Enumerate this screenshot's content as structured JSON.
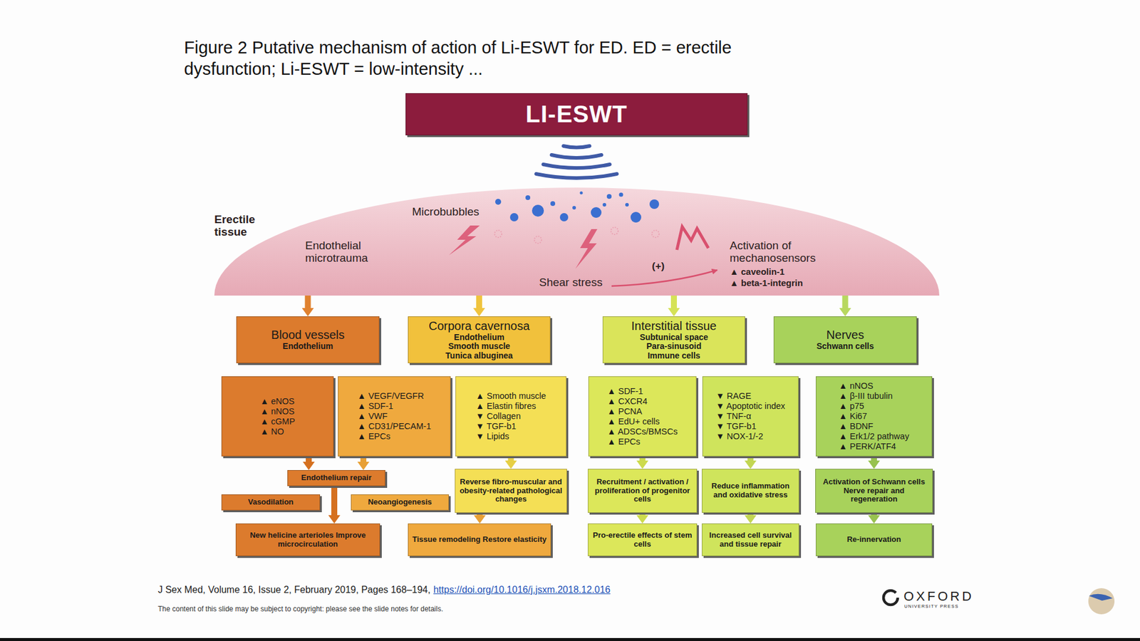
{
  "diagram": {
    "title": "Figure 2 Putative mechanism of action of Li-ESWT for ED. ED = erectile dysfunction; Li-ESWT = low-intensity ...",
    "caption": "J Sex Med, Volume 16, Issue 2, February 2019, Pages 168–194,",
    "nodes": [
      {
        "text": [
          "LI-ESWT"
        ]
      },
      {
        "text": [
          "Erectile tissue",
          "Endothelial microtrauma",
          "Microbubbles",
          "Shear stress",
          "(+)",
          "Activation of mechanosensors",
          "▲ caveolin-1",
          "▲ beta-1-integrin"
        ]
      },
      {
        "text": [
          "Blood vessels",
          "Endothelium"
        ]
      },
      {
        "text": [
          "Corpora cavernosa",
          "Endothelium Smooth muscle Tunica albuginea"
        ]
      },
      {
        "text": [
          "Interstitial tissue",
          "Subtunical space Para-sinusoid Immune cells"
        ]
      },
      {
        "text": [
          "Nerves",
          "Schwann cells"
        ]
      },
      {
        "text": [
          "▲ eNOS",
          "▲ nNOS",
          "▲ cGMP",
          "▲ NO"
        ]
      },
      {
        "text": [
          "▲ VEGF/VEGFR",
          "▲ SDF-1",
          "▲ VWF",
          "▲ CD31/PECAM-1",
          "▲ EPCs"
        ]
      },
      {
        "text": [
          "▲ Smooth muscle",
          "▲ Elastin fibres",
          "▼ Collagen",
          "▼ TGF-b1",
          "▼ Lipids"
        ]
      },
      {
        "text": [
          "▲ SDF-1",
          "▲ CXCR4",
          "▲ PCNA",
          "▲ EdU+ cells",
          "▲ ADSCs/BMSCs",
          "▲ EPCs"
        ]
      },
      {
        "text": [
          "▼ RAGE",
          "▼ Apoptotic index",
          "▼ TNF-α",
          "▼ TGF-b1",
          "▼ NOX-1/-2"
        ]
      },
      {
        "text": [
          "▲ nNOS",
          "▲ β-III tubulin",
          "▲ p75",
          "▲ Ki67",
          "▲ BDNF",
          "▲ Erk1/2 pathway",
          "▲ PERK/ATF4"
        ]
      },
      {
        "text": [
          "Endothelium repair"
        ]
      },
      {
        "text": [
          "Vasodilation"
        ]
      },
      {
        "text": [
          "Neoangiogenesis"
        ]
      },
      {
        "text": [
          "Reverse fibro-muscular and obesity-related pathological changes"
        ]
      },
      {
        "text": [
          "Recruitment / activation / proliferation of progenitor cells"
        ]
      },
      {
        "text": [
          "Reduce inflammation and oxidative stress"
        ]
      },
      {
        "text": [
          "Activation of Schwann cells",
          "Nerve repair and regeneration"
        ]
      },
      {
        "text": [
          "New helicine arterioles Improve microcirculation"
        ]
      },
      {
        "text": [
          "Tissue remodeling Restore elasticity"
        ]
      },
      {
        "text": [
          "Pro-erectile effects of stem cells"
        ]
      },
      {
        "text": [
          "Increased cell survival and tissue repair"
        ]
      },
      {
        "text": [
          "Re-innervation"
        ]
      }
    ],
    "edges": [
      {
        "from": 1,
        "to": 2,
        "arrow": "to"
      },
      {
        "from": 1,
        "to": 3,
        "arrow": "to"
      },
      {
        "from": 1,
        "to": 4,
        "arrow": "to"
      },
      {
        "from": 1,
        "to": 5,
        "arrow": "to"
      },
      {
        "from": 6,
        "to": 12,
        "arrow": "to"
      },
      {
        "from": 7,
        "to": 12,
        "arrow": "to"
      },
      {
        "from": 12,
        "to": 19,
        "arrow": "to"
      },
      {
        "from": 8,
        "to": 15,
        "arrow": "to"
      },
      {
        "from": 15,
        "to": 20,
        "arrow": "to"
      },
      {
        "from": 9,
        "to": 16,
        "arrow": "to"
      },
      {
        "from": 16,
        "to": 21,
        "arrow": "to"
      },
      {
        "from": 10,
        "to": 17,
        "arrow": "to"
      },
      {
        "from": 17,
        "to": 22,
        "arrow": "to"
      },
      {
        "from": 11,
        "to": 18,
        "arrow": "to"
      },
      {
        "from": 18,
        "to": 23,
        "arrow": "to"
      }
    ],
    "labels": [
      "https://doi.org/10.1016/j.jsxm.2018.12.016",
      "The content of this slide may be subject to copyright: please see the slide notes for details.",
      "OXFORD",
      "UNIVERSITY PRESS"
    ]
  }
}
